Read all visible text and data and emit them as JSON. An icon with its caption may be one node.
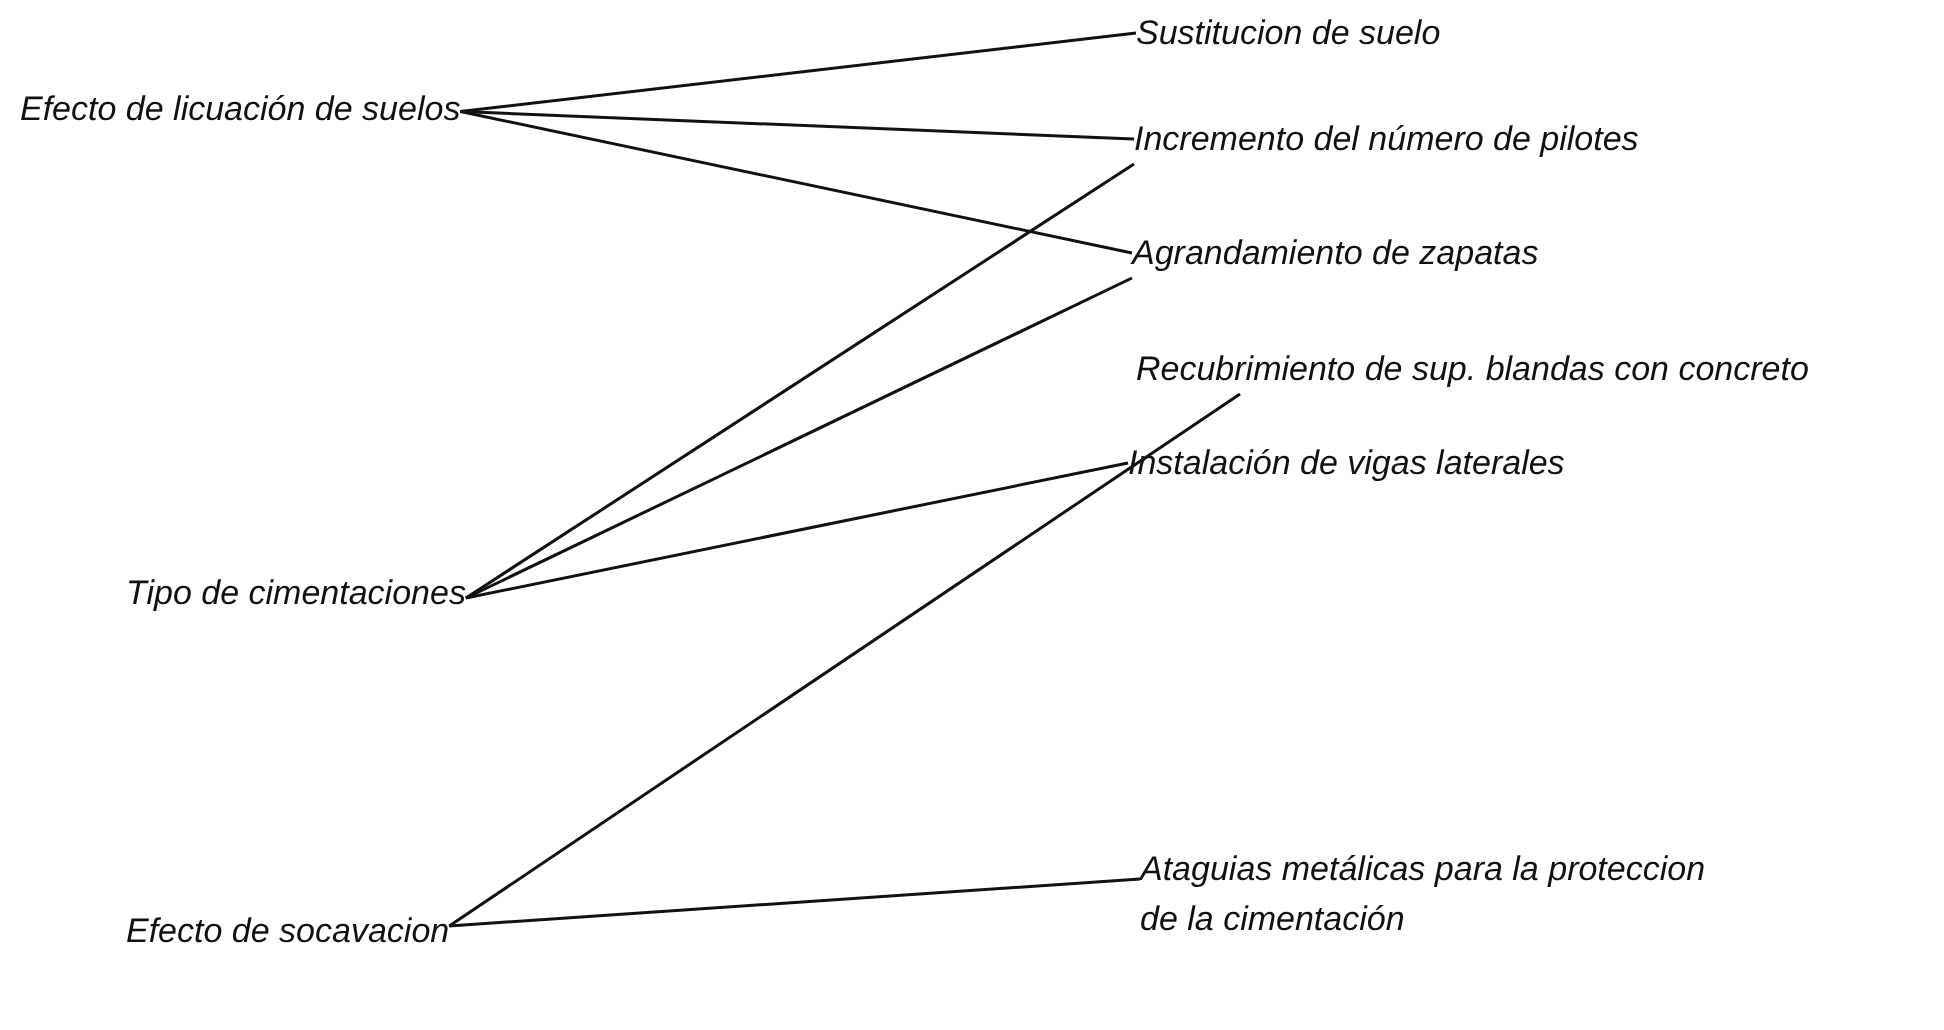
{
  "diagram": {
    "nodes": [
      {
        "text": [
          "Efecto de licuación de suelos"
        ]
      },
      {
        "text": [
          "Tipo de cimentaciones"
        ]
      },
      {
        "text": [
          "Efecto de socavacion"
        ]
      },
      {
        "text": [
          "Sustitucion de suelo"
        ]
      },
      {
        "text": [
          "Incremento del número de pilotes"
        ]
      },
      {
        "text": [
          "Agrandamiento de zapatas"
        ]
      },
      {
        "text": [
          "Recubrimiento de sup. blandas con concreto"
        ]
      },
      {
        "text": [
          "Instalación de vigas laterales"
        ]
      },
      {
        "text": [
          "Ataguias metálicas para la proteccion de la cimentación"
        ]
      }
    ],
    "edges": [
      {
        "from": 0,
        "to": 3,
        "arrow": "none"
      },
      {
        "from": 0,
        "to": 4,
        "arrow": "none"
      },
      {
        "from": 0,
        "to": 5,
        "arrow": "none"
      },
      {
        "from": 1,
        "to": 4,
        "arrow": "none"
      },
      {
        "from": 1,
        "to": 5,
        "arrow": "none"
      },
      {
        "from": 1,
        "to": 7,
        "arrow": "none"
      },
      {
        "from": 2,
        "to": 6,
        "arrow": "none"
      },
      {
        "from": 2,
        "to": 8,
        "arrow": "none"
      }
    ]
  }
}
